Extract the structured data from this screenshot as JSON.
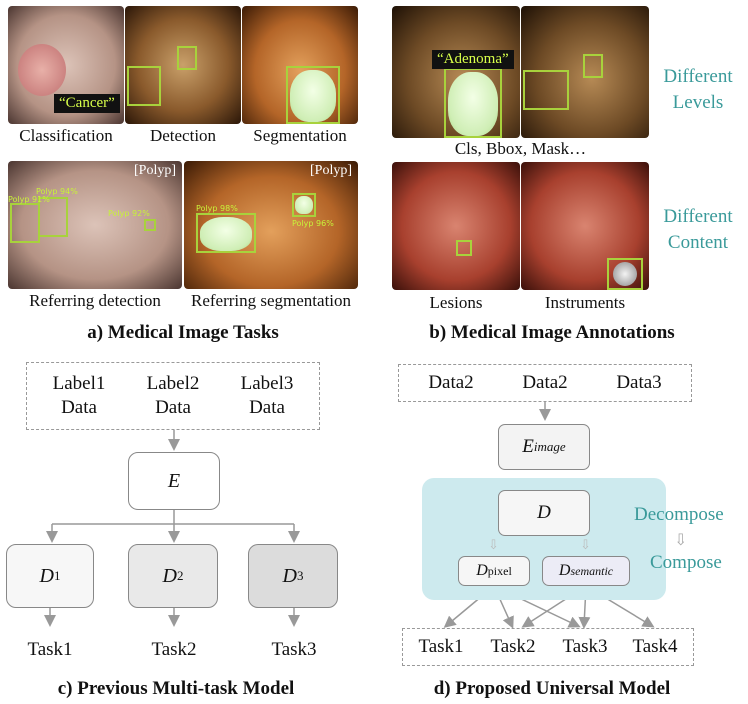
{
  "panel_a": {
    "title": "a) Medical Image Tasks",
    "captions": [
      "Classification",
      "Detection",
      "Segmentation"
    ],
    "cancer_label": "“Cancer”",
    "referring_captions": [
      "Referring detection",
      "Referring segmentation"
    ],
    "polyp_bracket": "[Polyp]",
    "det_tags": [
      "Polyp 91%",
      "Polyp 94%",
      "Polyp 92%"
    ],
    "seg_tags": [
      "Polyp 98%",
      "Polyp 96%"
    ]
  },
  "panel_b": {
    "title": "b) Medical Image Annotations",
    "adenoma_label": "“Adenoma”",
    "levels_caption": "Cls, Bbox, Mask…",
    "different_levels": [
      "Different",
      "Levels"
    ],
    "different_content": [
      "Different",
      "Content"
    ],
    "content_captions": [
      "Lesions",
      "Instruments"
    ]
  },
  "panel_c": {
    "title": "c) Previous Multi-task Model",
    "inputs": [
      {
        "label": "Label1",
        "data": "Data"
      },
      {
        "label": "Label2",
        "data": "Data"
      },
      {
        "label": "Label3",
        "data": "Data"
      }
    ],
    "encoder": "E",
    "decoders": [
      "D",
      "D",
      "D"
    ],
    "decoder_subs": [
      "1",
      "2",
      "3"
    ],
    "tasks": [
      "Task1",
      "Task2",
      "Task3"
    ],
    "colors": {
      "d1": "#f7f7f7",
      "d2": "#e9e9e9",
      "d3": "#dcdcdc"
    }
  },
  "panel_d": {
    "title": "d) Proposed Universal Model",
    "inputs": [
      "Data2",
      "Data2",
      "Data3"
    ],
    "encoder": "E",
    "encoder_sub": "image",
    "decoder": "D",
    "pixel": "D",
    "pixel_sub": "pixel",
    "semantic": "D",
    "semantic_sub": "semantic",
    "decompose": "Decompose",
    "compose": "Compose",
    "tasks": [
      "Task1",
      "Task2",
      "Task3",
      "Task4"
    ],
    "colors": {
      "region": "#cdeaee",
      "teal_text": "#3a9a9a"
    }
  }
}
